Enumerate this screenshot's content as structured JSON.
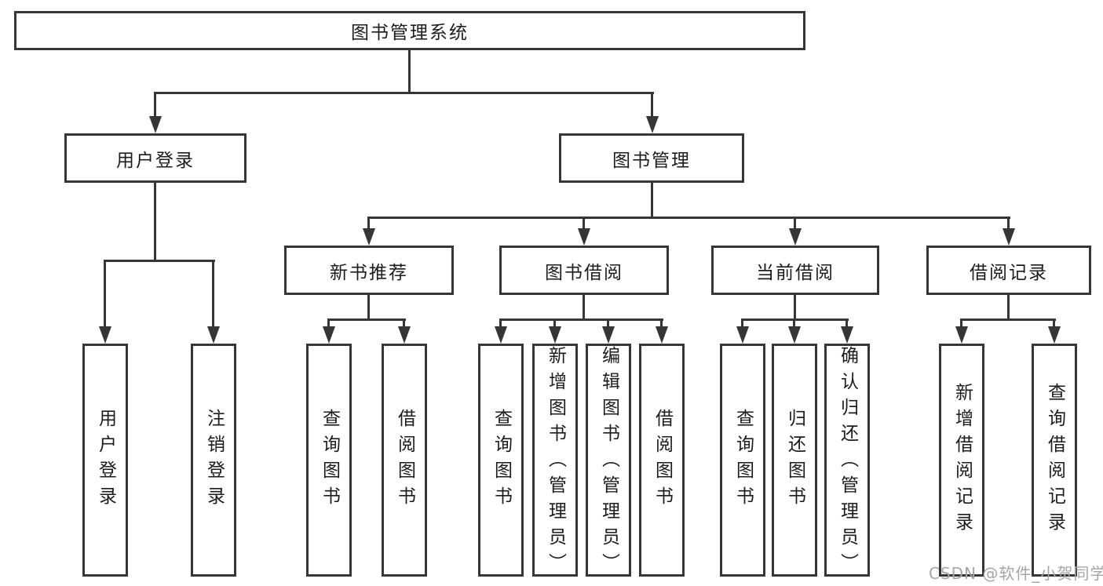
{
  "tree": {
    "label": "图书管理系统",
    "children": [
      {
        "label": "用户登录",
        "children": [
          {
            "label": "用户登录"
          },
          {
            "label": "注销登录"
          }
        ]
      },
      {
        "label": "图书管理",
        "children": [
          {
            "label": "新书推荐",
            "children": [
              {
                "label": "查询图书"
              },
              {
                "label": "借阅图书"
              }
            ]
          },
          {
            "label": "图书借阅",
            "children": [
              {
                "label": "查询图书"
              },
              {
                "label": "新增图书（管理员）"
              },
              {
                "label": "编辑图书（管理员）"
              },
              {
                "label": "借阅图书"
              }
            ]
          },
          {
            "label": "当前借阅",
            "children": [
              {
                "label": "查询图书"
              },
              {
                "label": "归还图书"
              },
              {
                "label": "确认归还（管理员）"
              }
            ]
          },
          {
            "label": "借阅记录",
            "children": [
              {
                "label": "新增借阅记录"
              },
              {
                "label": "查询借阅记录"
              }
            ]
          }
        ]
      }
    ]
  },
  "watermark": {
    "text": "CSDN @软件_小贺同学"
  },
  "colors": {
    "line": "#363636",
    "text": "#1c1c1c",
    "background": "#ffffff",
    "watermark": "#a6a6a6"
  }
}
